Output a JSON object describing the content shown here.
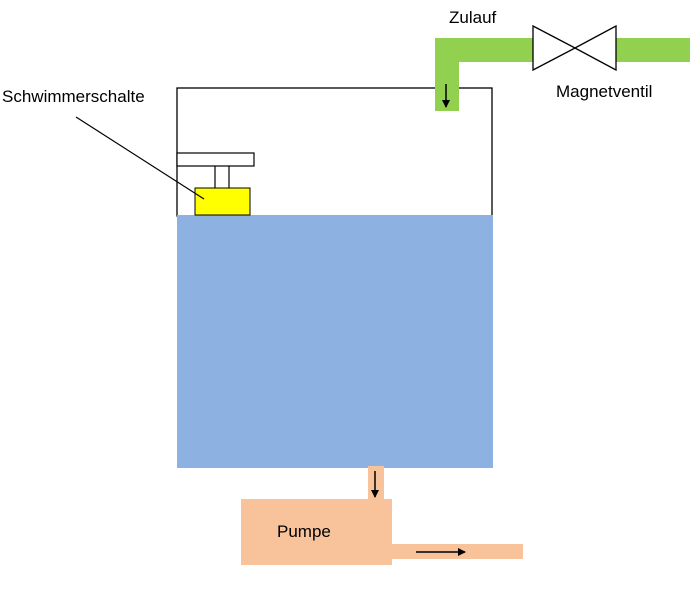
{
  "labels": {
    "float_switch": "Schwimmerschalte",
    "inlet": "Zulauf",
    "valve": "Magnetventil",
    "pump": "Pumpe"
  },
  "colors": {
    "water": "#8db1e1",
    "pipe_inlet": "#92d050",
    "float": "#ffff00",
    "pump": "#f8c39a",
    "outline": "#000000"
  }
}
